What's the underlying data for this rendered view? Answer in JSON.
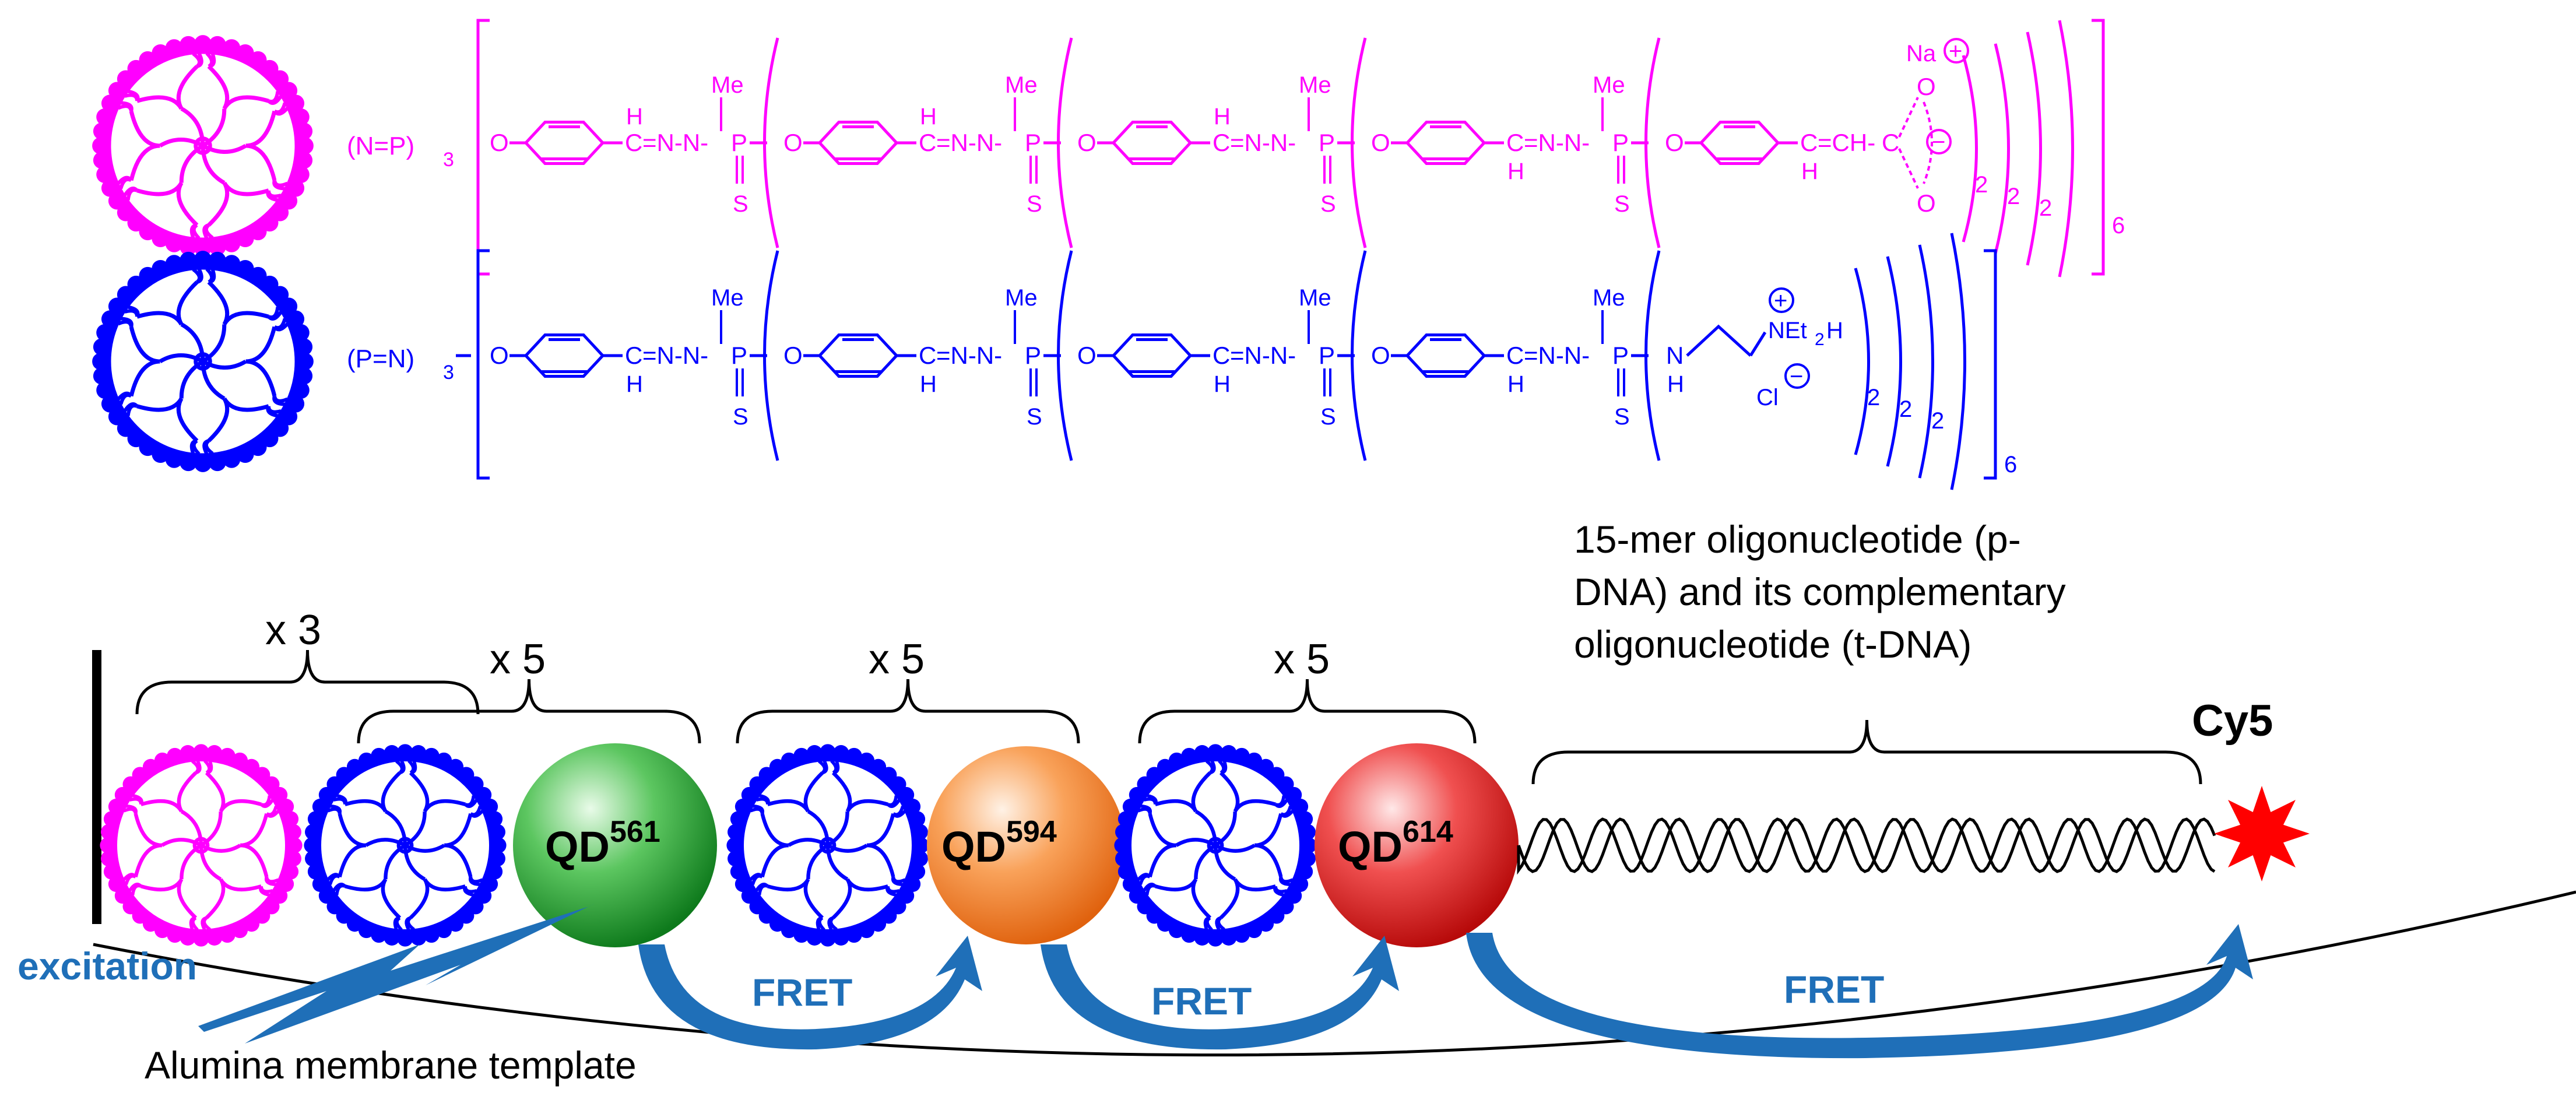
{
  "colors": {
    "magenta": "#ff00ff",
    "blue": "#0000ff",
    "black": "#000000",
    "fret_arrow": "#1f6fb8",
    "qd561": "#1a9a2a",
    "qd594": "#f07a20",
    "qd614": "#d61010",
    "cy5": "#ff0000"
  },
  "formula_top": {
    "core": "(N=P)",
    "core_sub": "3",
    "me": "Me",
    "h": "H",
    "s": "S",
    "n_eq": "=N-N-",
    "c": "C",
    "p": "P",
    "o": "O",
    "ch": "=CH-",
    "na": "Na",
    "plus": "+",
    "minus": "−",
    "sub2": "2",
    "sub6": "6"
  },
  "formula_bottom": {
    "core": "(P=N)",
    "core_sub": "3",
    "me": "Me",
    "h": "H",
    "s": "S",
    "n_eq": "=N-N-",
    "c": "C",
    "p": "P",
    "o": "O",
    "nh": "N",
    "net2h": "NEt",
    "net2h_sub": "2",
    "net2h_h": "H",
    "cl": "Cl",
    "plus": "+",
    "minus": "−",
    "sub2": "2",
    "sub6": "6"
  },
  "assembly": {
    "mult_x3": "x 3",
    "mult_x5_a": "x 5",
    "mult_x5_b": "x 5",
    "mult_x5_c": "x 5",
    "qd561_base": "QD",
    "qd561_sup": "561",
    "qd594_base": "QD",
    "qd594_sup": "594",
    "qd614_base": "QD",
    "qd614_sup": "614",
    "cy5": "Cy5",
    "dna_line1": "15-mer oligonucleotide (p-",
    "dna_line2": "DNA) and its complementary",
    "dna_line3": "oligonucleotide (t-DNA)",
    "excitation": "excitation",
    "fret1": "FRET",
    "fret2": "FRET",
    "fret3": "FRET",
    "membrane": "Alumina membrane template"
  }
}
